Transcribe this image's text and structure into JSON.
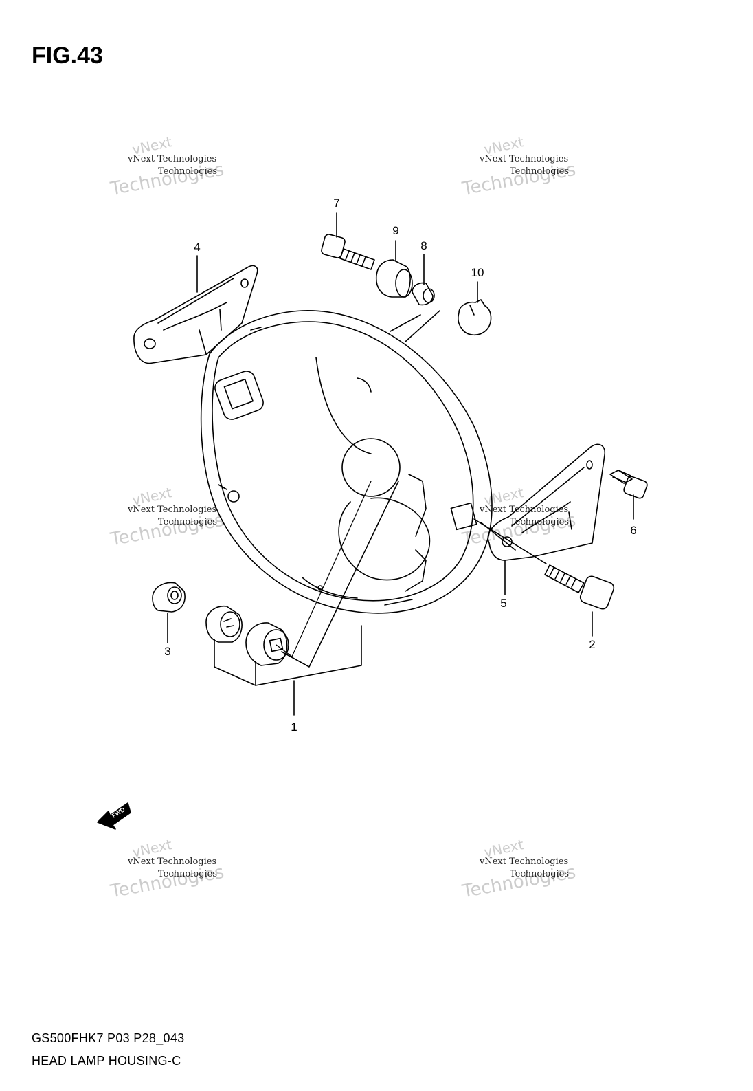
{
  "figure": {
    "title": "FIG.43"
  },
  "callouts": [
    {
      "id": "1",
      "label": "1"
    },
    {
      "id": "2",
      "label": "2"
    },
    {
      "id": "3",
      "label": "3"
    },
    {
      "id": "4",
      "label": "4"
    },
    {
      "id": "5",
      "label": "5"
    },
    {
      "id": "6",
      "label": "6"
    },
    {
      "id": "7",
      "label": "7"
    },
    {
      "id": "8",
      "label": "8"
    },
    {
      "id": "9",
      "label": "9"
    },
    {
      "id": "10",
      "label": "10"
    }
  ],
  "fwd_arrow": {
    "label": "FWD"
  },
  "watermark": {
    "line1": "vNext",
    "line2": "vNext Technologies",
    "line3": "Technologies"
  },
  "footer": {
    "code": "GS500FHK7 P03 P28_043",
    "name": "HEAD LAMP HOUSING-C"
  }
}
